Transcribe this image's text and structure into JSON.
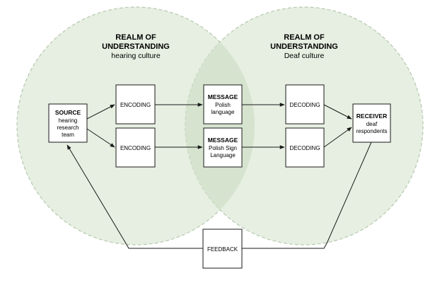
{
  "realms": {
    "left": {
      "title_line1": "REALM OF",
      "title_line2": "UNDERSTANDING",
      "subtitle": "hearing culture"
    },
    "right": {
      "title_line1": "REALM OF",
      "title_line2": "UNDERSTANDING",
      "subtitle": "Deaf culture"
    }
  },
  "boxes": {
    "source": {
      "title": "SOURCE",
      "line1": "hearing",
      "line2": "research",
      "line3": "team"
    },
    "encoding_top": {
      "title": "ENCODING"
    },
    "encoding_bottom": {
      "title": "ENCODING"
    },
    "message_top": {
      "title": "MESSAGE",
      "line1": "Polish",
      "line2": "language"
    },
    "message_bottom": {
      "title": "MESSAGE",
      "line1": "Polish Sign",
      "line2": "Language"
    },
    "decoding_top": {
      "title": "DECODING"
    },
    "decoding_bottom": {
      "title": "DECODING"
    },
    "receiver": {
      "title": "RECEIVER",
      "line1": "deaf",
      "line2": "respondents"
    },
    "feedback": {
      "title": "FEEDBACK"
    }
  },
  "colors": {
    "circle_fill": "#e6efe1",
    "circle_stroke": "#b7c9b0",
    "overlap_fill": "#d6e4cf",
    "line": "#1a1a1a",
    "box_fill": "#ffffff"
  }
}
